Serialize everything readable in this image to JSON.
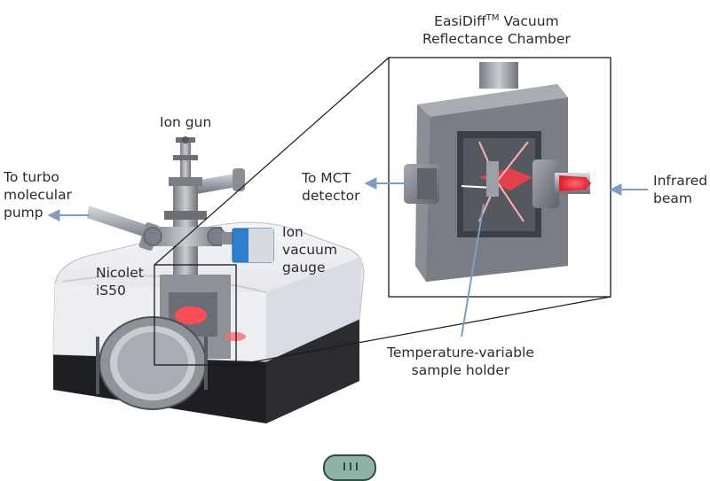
{
  "labels": {
    "chamber_title_1": "EasiDiff",
    "chamber_title_tm": "TM",
    "chamber_title_1b": " Vacuum",
    "chamber_title_2": "Reflectance Chamber",
    "ion_gun": "Ion gun",
    "turbo_1": "To turbo",
    "turbo_2": "molecular",
    "turbo_3": "pump",
    "mct_1": "To MCT",
    "mct_2": "detector",
    "ir_1": "Infrared",
    "ir_2": "beam",
    "gauge_1": "Ion",
    "gauge_2": "vacuum",
    "gauge_3": "gauge",
    "nicolet_1": "Nicolet",
    "nicolet_2": "iS50",
    "holder_1": "Temperature-variable",
    "holder_2": "sample holder"
  },
  "colors": {
    "arrow": "#7f9dc2",
    "beam": "#ff3b47",
    "instrument_body": "#e7e9ee",
    "chamber_metal": "#7b7f84",
    "gauge_blue": "#2f7fd0"
  }
}
